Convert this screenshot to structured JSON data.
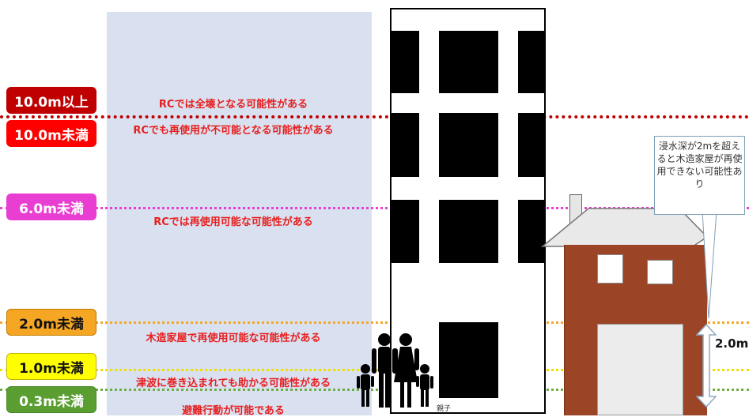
{
  "levels": [
    {
      "label": "10.0m以上",
      "bg": "#c00000",
      "fg": "#ffffff",
      "border": "#c00000",
      "line_color": "#c00000"
    },
    {
      "label": "10.0m未満",
      "bg": "#ff0000",
      "fg": "#ffffff",
      "border": "#ff0000",
      "line_color": "#c00000"
    },
    {
      "label": "6.0m未満",
      "bg": "#e83fd2",
      "fg": "#ffffff",
      "border": "#e83fd2",
      "line_color": "#e83fd2"
    },
    {
      "label": "2.0m未満",
      "bg": "#f5a623",
      "fg": "#111111",
      "border": "#c07a00",
      "line_color": "#f5a623"
    },
    {
      "label": "1.0m未満",
      "bg": "#ffff00",
      "fg": "#111111",
      "border": "#c8b400",
      "line_color": "#f0e000"
    },
    {
      "label": "0.3m未満",
      "bg": "#5a9e32",
      "fg": "#ffffff",
      "border": "#4a8a2a",
      "line_color": "#70ad47"
    }
  ],
  "annotations": [
    "RCでは全壊となる可能性がある",
    "RCでも再使用が不可能となる可能性がある",
    "RCでは再使用可能な可能性がある",
    "木造家屋で再使用可能な可能性がある",
    "津波に巻き込まれても助かる可能性がある",
    "避難行動が可能である"
  ],
  "callout": {
    "text": "浸水深が2mを超えると木造家屋が再使用できない可能性あり"
  },
  "dimension": {
    "label": "2.0m"
  },
  "people": {
    "caption": "親子"
  },
  "colors": {
    "band": "#d9e1f0",
    "house": "#9b4426",
    "annotation_text": "#e81e1e"
  }
}
